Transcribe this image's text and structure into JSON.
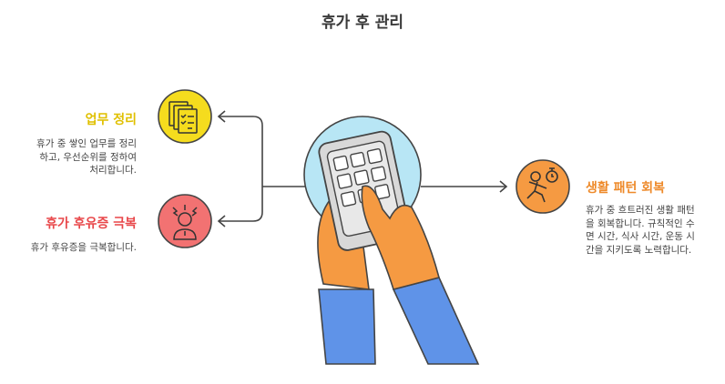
{
  "title": "휴가 후 관리",
  "items": [
    {
      "heading": "업무 정리",
      "description": [
        "휴가 중 쌓인 업무를 정리",
        "하고, 우선순위를 정하여",
        "처리합니다."
      ],
      "color": "#e0c000",
      "icon": "documents-checklist-icon"
    },
    {
      "heading": "휴가 후유증 극복",
      "description": [
        "휴가 후유증을 극복합니다."
      ],
      "color": "#e8474a",
      "icon": "stressed-person-icon"
    },
    {
      "heading": "생활 패턴 회복",
      "description": [
        "휴가 중 흐트러진 생활 패턴",
        "을 회복합니다. 규칙적인 수",
        "면 시간, 식사 시간, 운동 시",
        "간을 지키도록 노력합니다."
      ],
      "color": "#ee8a2a",
      "icon": "running-person-clock-icon"
    }
  ]
}
